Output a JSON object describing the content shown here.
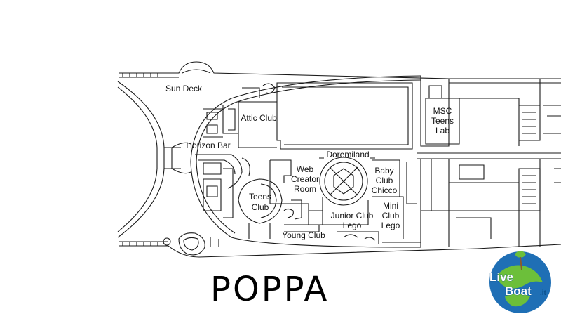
{
  "deck_title": "POPPA",
  "areas": {
    "sun_deck": "Sun Deck",
    "attic_club": "Attic Club",
    "msc_teens_lab": [
      "MSC",
      "Teens",
      "Lab"
    ],
    "horizon_bar": "Horizon Bar",
    "doremiland": "Doremiland",
    "web_creator_room": [
      "Web",
      "Creator",
      "Room"
    ],
    "baby_club_chicco": [
      "Baby",
      "Club",
      "Chicco"
    ],
    "teens_club": [
      "Teens",
      "Club"
    ],
    "junior_club_lego": [
      "Junior Club",
      "Lego"
    ],
    "mini_club_lego": [
      "Mini",
      "Club",
      "Lego"
    ],
    "young_club": "Young Club"
  },
  "logo": {
    "line1": "Live",
    "line2": "Boat",
    "suffix": ".it"
  },
  "colors": {
    "line": "#1a1a1a",
    "logo_blue": "#1f6fb5",
    "logo_green": "#6cbf3a"
  }
}
